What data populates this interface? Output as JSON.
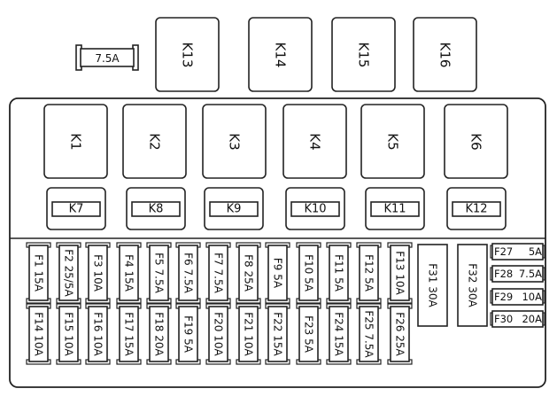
{
  "loose_fuse": "7.5A",
  "top_relays": [
    "K13",
    "K14",
    "K15",
    "K16"
  ],
  "large_relays": [
    "K1",
    "K2",
    "K3",
    "K4",
    "K5",
    "K6"
  ],
  "small_relays": [
    "K7",
    "K8",
    "K9",
    "K10",
    "K11",
    "K12"
  ],
  "fuses_top_row": [
    {
      "id": "F1",
      "rating": "15A"
    },
    {
      "id": "F2",
      "rating": "25/5A"
    },
    {
      "id": "F3",
      "rating": "10A"
    },
    {
      "id": "F4",
      "rating": "15A"
    },
    {
      "id": "F5",
      "rating": "7.5A"
    },
    {
      "id": "F6",
      "rating": "7.5A"
    },
    {
      "id": "F7",
      "rating": "7.5A"
    },
    {
      "id": "F8",
      "rating": "25A"
    },
    {
      "id": "F9",
      "rating": "5A"
    },
    {
      "id": "F10",
      "rating": "5A"
    },
    {
      "id": "F11",
      "rating": "5A"
    },
    {
      "id": "F12",
      "rating": "5A"
    },
    {
      "id": "F13",
      "rating": "10A"
    }
  ],
  "fuses_bottom_row": [
    {
      "id": "F14",
      "rating": "10A"
    },
    {
      "id": "F15",
      "rating": "10A"
    },
    {
      "id": "F16",
      "rating": "10A"
    },
    {
      "id": "F17",
      "rating": "15A"
    },
    {
      "id": "F18",
      "rating": "20A"
    },
    {
      "id": "F19",
      "rating": "5A"
    },
    {
      "id": "F20",
      "rating": "10A"
    },
    {
      "id": "F21",
      "rating": "10A"
    },
    {
      "id": "F22",
      "rating": "15A"
    },
    {
      "id": "F23",
      "rating": "5A"
    },
    {
      "id": "F24",
      "rating": "15A"
    },
    {
      "id": "F25",
      "rating": "7.5A"
    },
    {
      "id": "F26",
      "rating": "25A"
    }
  ],
  "maxi_fuses": [
    {
      "id": "F31",
      "rating": "30A"
    },
    {
      "id": "F32",
      "rating": "30A"
    }
  ],
  "side_fuses": [
    {
      "id": "F27",
      "rating": "5A"
    },
    {
      "id": "F28",
      "rating": "7.5A"
    },
    {
      "id": "F29",
      "rating": "10A"
    },
    {
      "id": "F30",
      "rating": "20A"
    }
  ]
}
